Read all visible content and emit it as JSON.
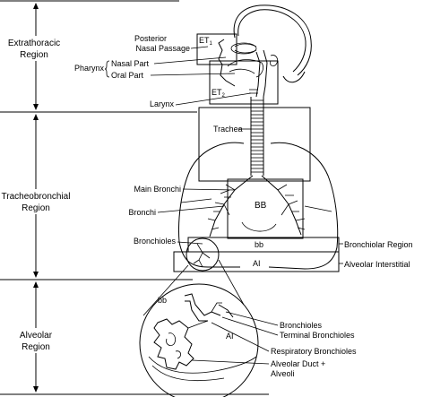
{
  "regions": {
    "extrathoracic": [
      "Extrathoracic",
      "Region"
    ],
    "tracheobronchial": [
      "Tracheobronchial",
      "Region"
    ],
    "alveolar": [
      "Alveolar",
      "Region"
    ]
  },
  "labels": {
    "posterior_nasal_1": "Posterior",
    "posterior_nasal_2": "Nasal Passage",
    "pharynx": "Pharynx",
    "nasal_part": "Nasal Part",
    "oral_part": "Oral Part",
    "larynx": "Larynx",
    "trachea": "Trachea",
    "main_bronchi": "Main Bronchi",
    "bronchi": "Bronchi",
    "bronchioles": "Bronchioles",
    "bronchiolar_region": "Bronchiolar Region",
    "alveolar_interstitial": "Alveolar Interstitial",
    "bronchioles_inset": "Bronchioles",
    "terminal_bronchioles": "Terminal Bronchioles",
    "respiratory_bronchioles": "Respiratory Bronchioles",
    "alveolar_duct_1": "Alveolar Duct +",
    "alveolar_duct_2": "Alveoli"
  },
  "box_labels": {
    "et1_main": "ET",
    "et1_sub": "1",
    "et2_main": "ET",
    "et2_sub": "2",
    "bb": "BB",
    "bb_small": "bb",
    "ai": "AI",
    "bb_inset": "bb",
    "ai_inset": "AI"
  }
}
